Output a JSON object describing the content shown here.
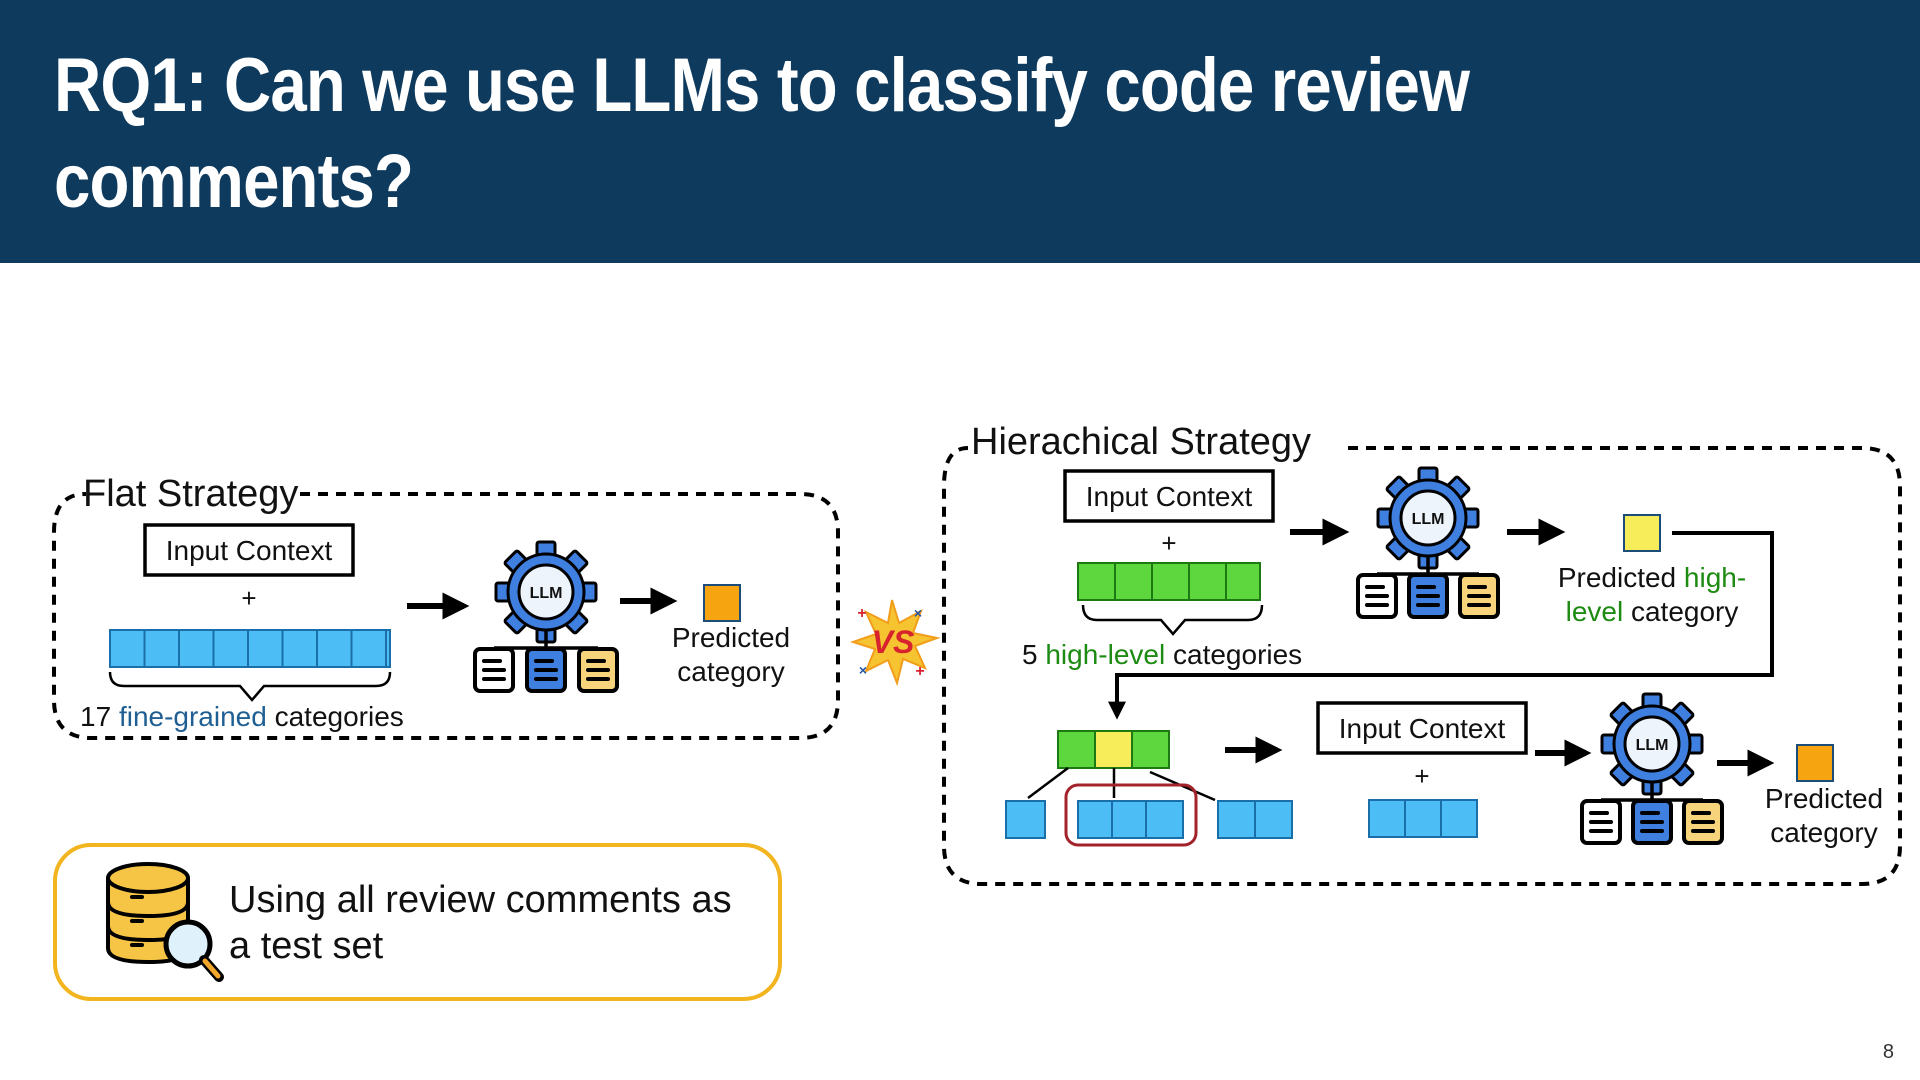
{
  "slide": {
    "title": "RQ1: Can we use LLMs to classify code review comments?",
    "page_number": "8"
  },
  "flat": {
    "label": "Flat Strategy",
    "input_context": "Input Context",
    "plus": "+",
    "llm": "LLM",
    "category_count": "17",
    "category_highlight": "fine-grained",
    "category_suffix": "categories",
    "output_line1": "Predicted",
    "output_line2": "category"
  },
  "vs": "VS",
  "hierarchical": {
    "label": "Hierachical Strategy",
    "input_context": "Input Context",
    "plus": "+",
    "llm": "LLM",
    "category_count": "5",
    "category_highlight": "high-level",
    "category_suffix": "categories",
    "high_output_line1_prefix": "Predicted",
    "high_output_line1_highlight": "high-",
    "high_output_line2_highlight": "level",
    "high_output_line2_suffix": "category",
    "second_input_context": "Input Context",
    "second_plus": "+",
    "second_llm": "LLM",
    "final_output_line1": "Predicted",
    "final_output_line2": "category"
  },
  "callout": {
    "line1": "Using all review comments as",
    "line2": "a test set",
    "icon": "database-search-icon"
  },
  "colors": {
    "header_bg": "#0e3a5e",
    "blue_box": "#4dbdf5",
    "green_box": "#5ed63e",
    "yellow_box": "#f7ec5a",
    "orange_box": "#f6a511",
    "gear_blue": "#3f7fe0",
    "highlight_blue": "#1f5f93",
    "highlight_green": "#1d8a12",
    "callout_border": "#f2b51f",
    "red_group": "#a3232b"
  }
}
